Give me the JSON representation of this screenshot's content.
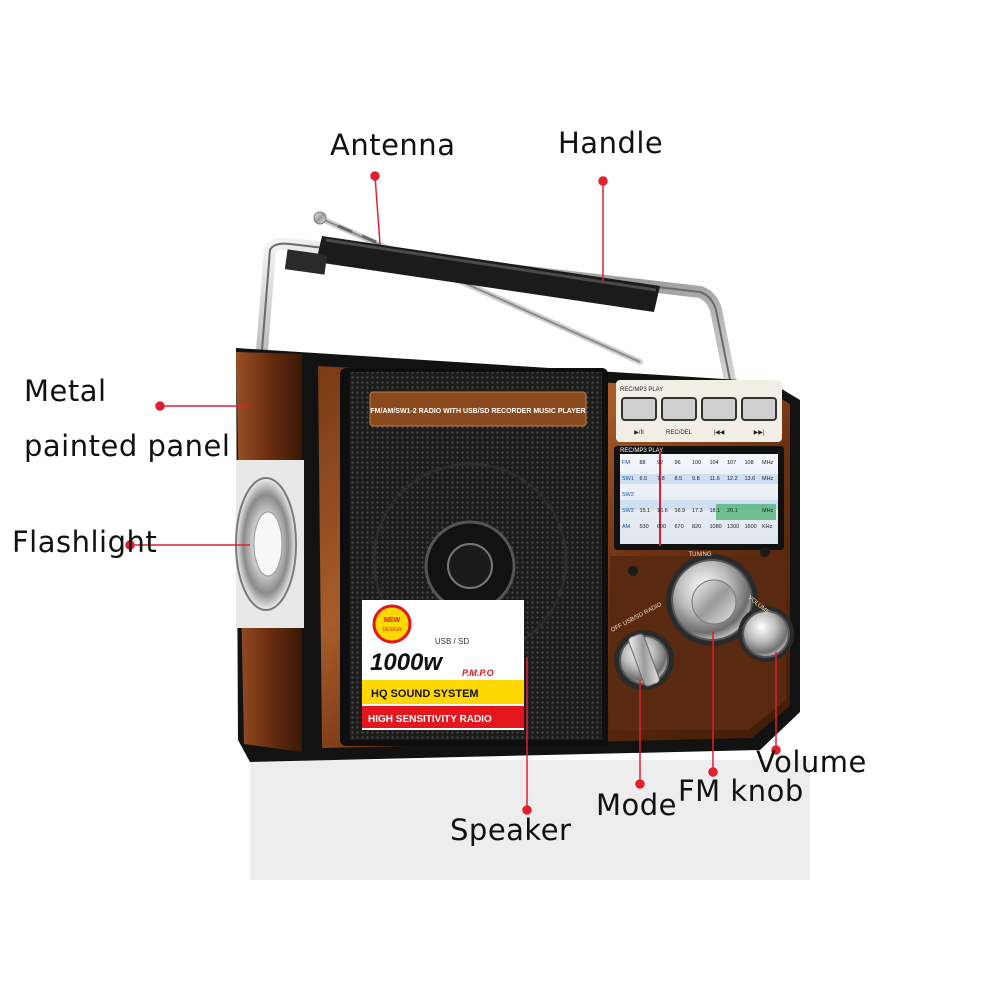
{
  "callouts": {
    "antenna": "Antenna",
    "handle": "Handle",
    "metal_panel_line1": "Metal",
    "metal_panel_line2": "painted panel",
    "flashlight": "Flashlight",
    "volume": "Volume",
    "mode": "Mode",
    "fm_knob": "FM knob",
    "speaker": "Speaker"
  },
  "radio": {
    "name_plate": "FM/AM/SW1-2 RADIO WITH USB/SD RECORDER MUSIC PLAYER",
    "button_panel_title": "REC/MP3 PLAY",
    "button_labels": [
      "▶/II",
      "REC/DEL",
      "|◀◀",
      "▶▶|"
    ],
    "dial_title": "REC/MP3 PLAY",
    "dial_rows": [
      [
        "FM",
        "88",
        "92",
        "96",
        "100",
        "104",
        "107",
        "108",
        "MHz"
      ],
      [
        "SW1",
        "6.5",
        "7.8",
        "8.5",
        "9.8",
        "11.6",
        "12.2",
        "13.6",
        "MHz"
      ],
      [
        "SW2",
        "",
        "",
        "",
        "",
        "",
        "",
        "",
        ""
      ],
      [
        "SW2",
        "15.1",
        "16.6",
        "16.9",
        "17.3",
        "18.1",
        "20.1",
        "",
        "MHz"
      ],
      [
        "AM",
        "530",
        "600",
        "670",
        "820",
        "1080",
        "1300",
        "1600",
        "KHz"
      ]
    ],
    "tuning_label": "TUNING",
    "mode_label": "OFF USB/SD RADIO",
    "volume_label": "VOLUME",
    "badge_new": "NEW",
    "badge_design": "DESIGN",
    "badge_usb_sd": "USB / SD",
    "badge_power": "1000w",
    "badge_pmpo": "P.M.P.O",
    "badge_hq": "HQ SOUND SYSTEM",
    "badge_high_sens": "HIGH SENSITIVITY RADIO"
  },
  "colors": {
    "callout_dot": "#e02030",
    "callout_line": "#e02030",
    "wood_dark": "#5a2a10",
    "wood_light": "#a55a2a",
    "cabinet_black": "#1a1a1a",
    "chrome": "#c8c8c8"
  }
}
